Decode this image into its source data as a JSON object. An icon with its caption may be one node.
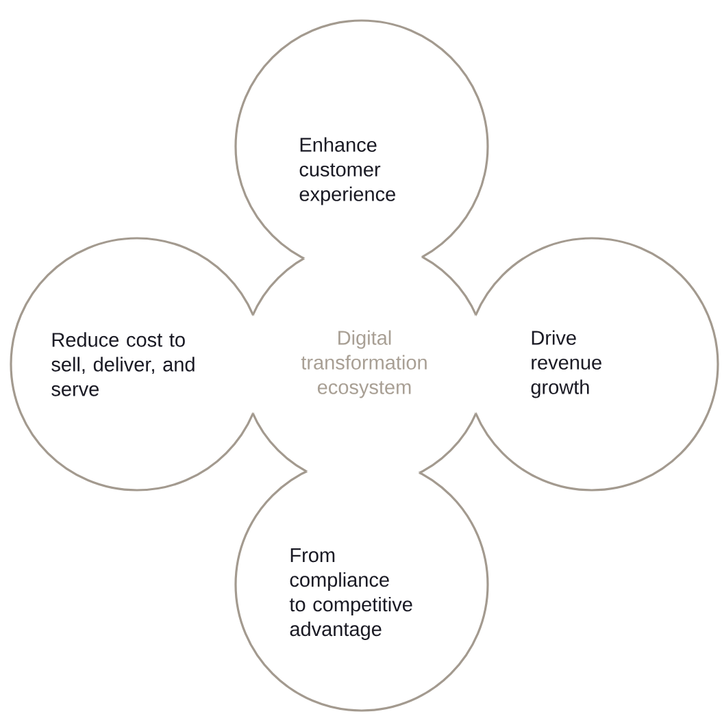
{
  "diagram": {
    "nodes": [
      {
        "text": [
          "Enhance customer experience"
        ]
      },
      {
        "text": [
          "Reduce cost to sell, deliver, and serve"
        ]
      },
      {
        "text": [
          "Digital transformation ecosystem"
        ]
      },
      {
        "text": [
          "Drive revenue growth"
        ]
      },
      {
        "text": [
          "From compliance to competitive advantage"
        ]
      }
    ]
  }
}
